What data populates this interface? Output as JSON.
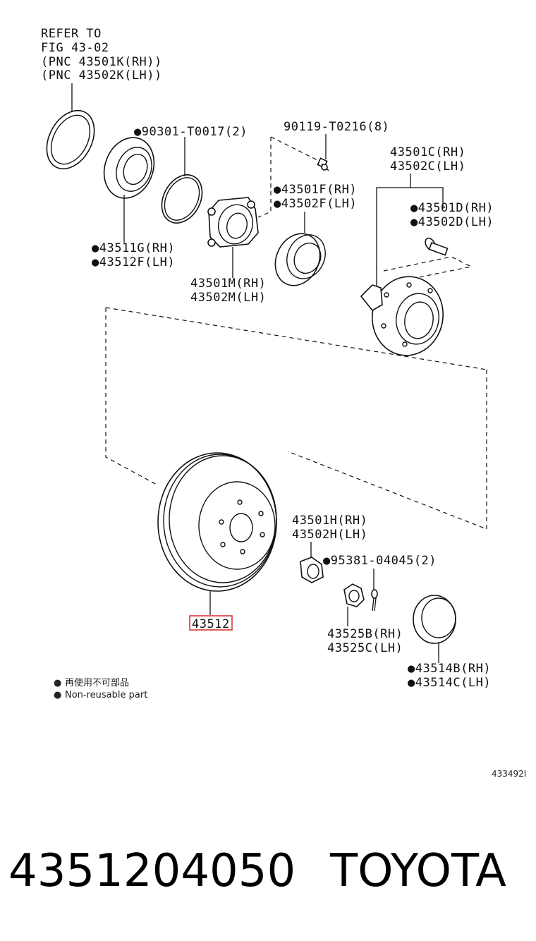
{
  "refer_note": [
    "REFER TO",
    "FIG 43-02",
    "(PNC 43501K(RH))",
    "(PNC 43502K(LH))"
  ],
  "labels": {
    "p90301": "●90301-T0017(2)",
    "p90119": "90119-T0216(8)",
    "p43501c": "43501C(RH)",
    "p43502c": "43502C(LH)",
    "p43501f": "●43501F(RH)",
    "p43502f": "●43502F(LH)",
    "p43501d": "●43501D(RH)",
    "p43502d": "●43502D(LH)",
    "p43511g": "●43511G(RH)",
    "p43512f": "●43512F(LH)",
    "p43501m": "43501M(RH)",
    "p43502m": "43502M(LH)",
    "p43501h": "43501H(RH)",
    "p43502h": "43502H(LH)",
    "p95381": "●95381-04045(2)",
    "p43512": "43512",
    "p43525b": "43525B(RH)",
    "p43525c": "43525C(LH)",
    "p43514b": "●43514B(RH)",
    "p43514c": "●43514C(LH)"
  },
  "legend": {
    "bullet": "●",
    "line_cn": "再使用不可部品",
    "line_en": "Non-reusable part"
  },
  "figure_code": "433492I",
  "footer": {
    "part_number": "4351204050",
    "brand": "TOYOTA"
  },
  "colors": {
    "highlight_box": "#d9343a",
    "ink": "#111111"
  }
}
